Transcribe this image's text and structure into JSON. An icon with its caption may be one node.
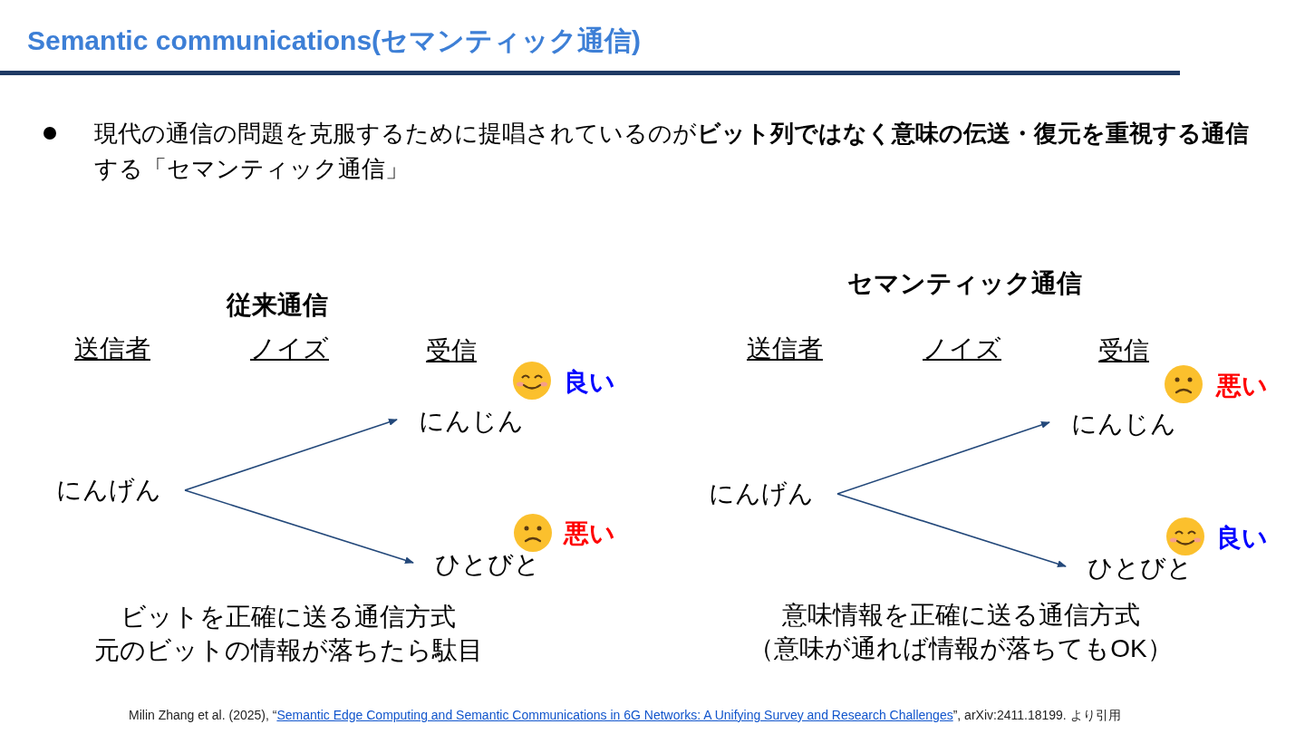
{
  "diagram": {
    "title": "Semantic communications(セマンティック通信)",
    "nodes": [
      {
        "text": [
          "にんげん"
        ]
      },
      {
        "text": [
          "にんじん"
        ],
        "beside": [
          "良い"
        ]
      },
      {
        "text": [
          "ひとびと"
        ],
        "beside": [
          "悪い"
        ]
      },
      {
        "text": [
          "にんげん"
        ]
      },
      {
        "text": [
          "にんじん"
        ],
        "beside": [
          "悪い"
        ]
      },
      {
        "text": [
          "ひとびと"
        ],
        "beside": [
          "良い"
        ]
      }
    ],
    "edges": [
      {
        "from": 0,
        "to": 1,
        "arrow": "to"
      },
      {
        "from": 0,
        "to": 2,
        "arrow": "to"
      },
      {
        "from": 3,
        "to": 4,
        "arrow": "to"
      },
      {
        "from": 3,
        "to": 5,
        "arrow": "to"
      }
    ],
    "labels": [
      "現代の通信の問題を克服するために提唱されているのが**ビット列ではなく意味の伝送・復元を重視する通信**する「セマンティック通信」",
      "従来通信",
      "送信者",
      "ノイズ",
      "受信",
      "セマンティック通信",
      "送信者",
      "ノイズ",
      "受信",
      "ビットを正確に送る通信方式",
      "元のビットの情報が落ちたら駄目",
      "意味情報を正確に送る通信方式",
      "（意味が通れば情報が落ちてもOK）",
      "Milin Zhang et al. (2025), “",
      "Semantic Edge Computing and Semantic Communications in 6G Networks: A Unifying Survey and Research Challenges",
      "”, arXiv:2411.18199. より引用"
    ]
  }
}
